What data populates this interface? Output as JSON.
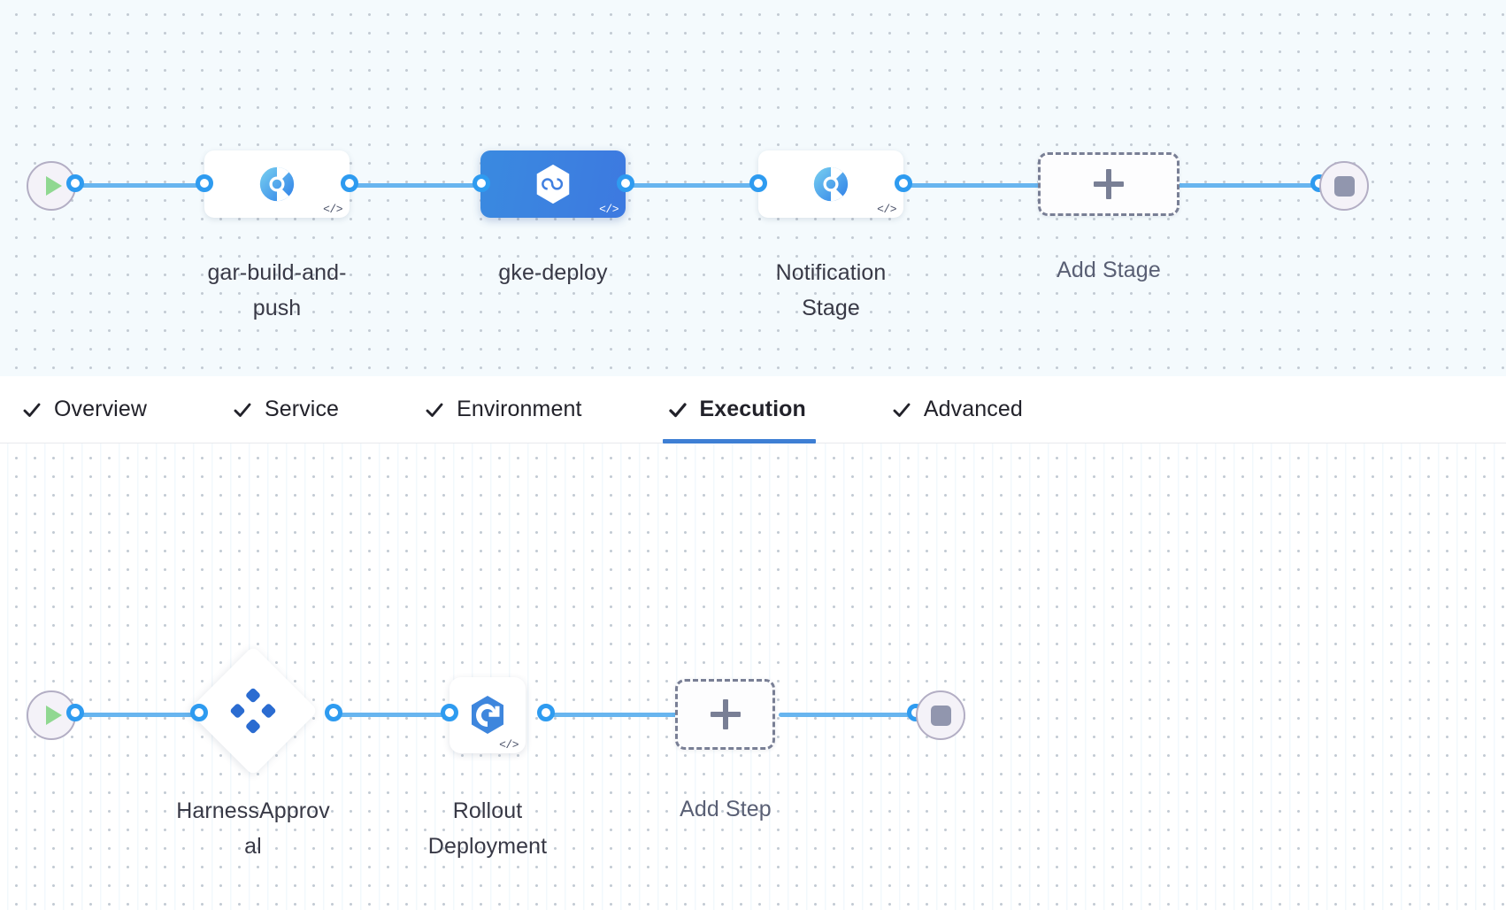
{
  "colors": {
    "accent_blue": "#3e7fd4",
    "connector_blue": "#68b5ef",
    "connector_ring": "#2e9bf0",
    "selected_stage_gradient_from": "#3a8ae0",
    "selected_stage_gradient_to": "#3d79e0",
    "start_play_green": "#90d891",
    "stop_gray": "#9196ae",
    "dashed_gray": "#797f95",
    "stage_canvas_bg": "#f4fafd",
    "step_canvas_bg": "#ffffff",
    "label_text": "#383946"
  },
  "stage_graph": {
    "start_node": {
      "icon": "play-icon",
      "label": ""
    },
    "end_node": {
      "icon": "stop-icon",
      "label": ""
    },
    "stages": [
      {
        "name": "gar-build-and-push",
        "label_line1": "gar-build-and-",
        "label_line2": "push",
        "icon": "build-ci-icon",
        "selected": false,
        "code_badge": "</>"
      },
      {
        "name": "gke-deploy",
        "label_line1": "gke-deploy",
        "label_line2": "",
        "icon": "cd-deploy-hexagon-icon",
        "selected": true,
        "code_badge": "</>"
      },
      {
        "name": "Notification Stage",
        "label_line1": "Notification",
        "label_line2": "Stage",
        "icon": "build-ci-icon",
        "selected": false,
        "code_badge": "</>"
      }
    ],
    "add_stage": {
      "label": "Add Stage",
      "icon": "plus-icon"
    }
  },
  "tabs": [
    {
      "id": "overview",
      "label": "Overview",
      "icon": "check-icon",
      "active": false
    },
    {
      "id": "service",
      "label": "Service",
      "icon": "check-icon",
      "active": false
    },
    {
      "id": "environment",
      "label": "Environment",
      "icon": "check-icon",
      "active": false
    },
    {
      "id": "execution",
      "label": "Execution",
      "icon": "check-icon",
      "active": true
    },
    {
      "id": "advanced",
      "label": "Advanced",
      "icon": "check-icon",
      "active": false
    }
  ],
  "step_graph": {
    "start_node": {
      "icon": "play-icon",
      "label": ""
    },
    "end_node": {
      "icon": "stop-icon",
      "label": ""
    },
    "steps": [
      {
        "name": "HarnessApproval",
        "label_line1": "HarnessApprov",
        "label_line2": "al",
        "icon": "harness-approval-diamond-icon",
        "shape": "diamond",
        "code_badge": ""
      },
      {
        "name": "Rollout Deployment",
        "label_line1": "Rollout",
        "label_line2": "Deployment",
        "icon": "rollout-deployment-icon",
        "shape": "square",
        "code_badge": "</>"
      }
    ],
    "add_step": {
      "label": "Add Step",
      "icon": "plus-icon"
    }
  }
}
